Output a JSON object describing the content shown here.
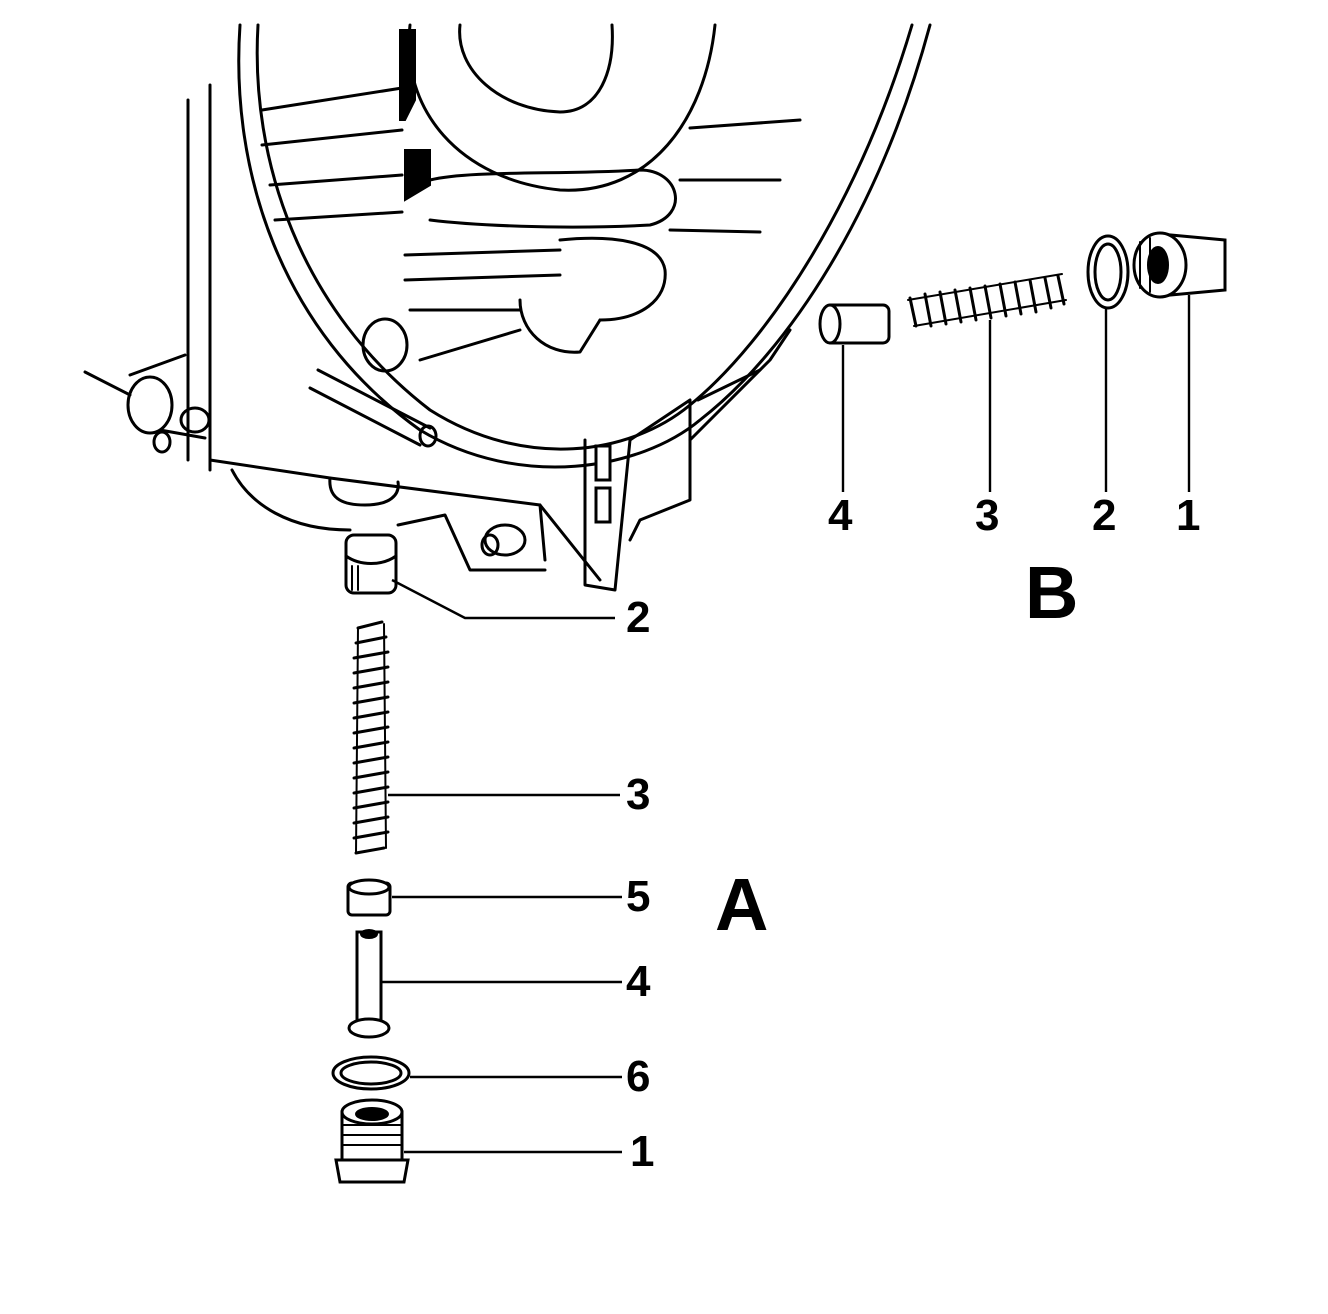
{
  "assembly_a": {
    "label": "A",
    "callouts": {
      "c1": "1",
      "c2": "2",
      "c3": "3",
      "c4": "4",
      "c5": "5",
      "c6": "6"
    }
  },
  "assembly_b": {
    "label": "B",
    "callouts": {
      "c1": "1",
      "c2": "2",
      "c3": "3",
      "c4": "4"
    }
  }
}
